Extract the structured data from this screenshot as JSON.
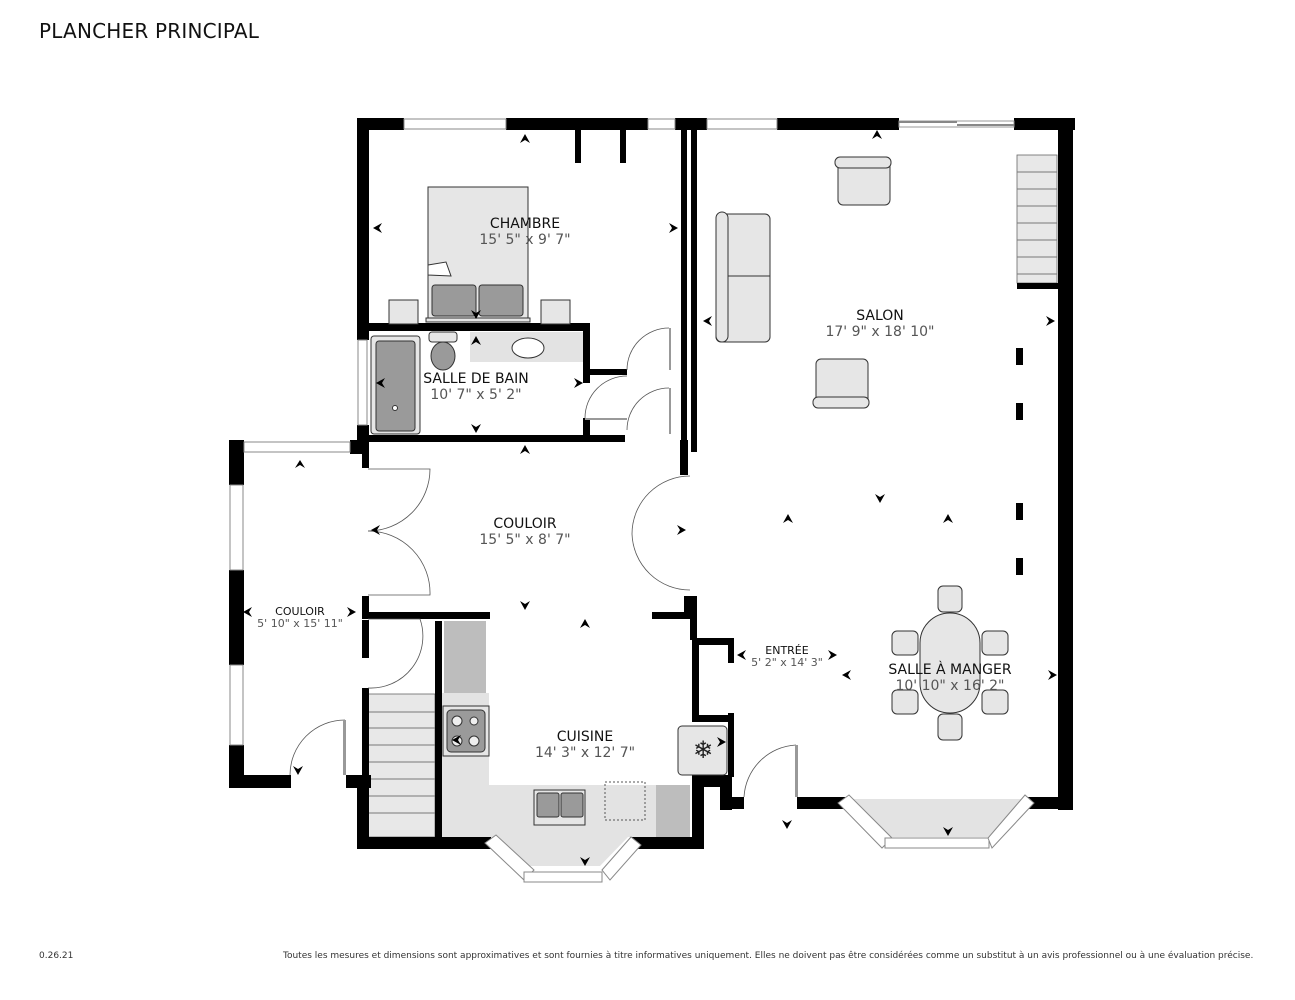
{
  "header": {
    "title": "PLANCHER PRINCIPAL"
  },
  "rooms": [
    {
      "name": "CHAMBRE",
      "dimensions": "15' 5\" x 9' 7\""
    },
    {
      "name": "SALLE DE BAIN",
      "dimensions": "10' 7\" x 5' 2\""
    },
    {
      "name": "SALON",
      "dimensions": "17' 9\" x 18' 10\""
    },
    {
      "name": "COULOIR",
      "dimensions": "15' 5\" x 8' 7\""
    },
    {
      "name": "COULOIR",
      "dimensions": "5' 10\" x 15' 11\""
    },
    {
      "name": "ENTRÉE",
      "dimensions": "5' 2\" x 14' 3\""
    },
    {
      "name": "SALLE À MANGER",
      "dimensions": "10' 10\" x 16' 2\""
    },
    {
      "name": "CUISINE",
      "dimensions": "14' 3\" x 12' 7\""
    }
  ],
  "icons": {
    "fridge": "snowflake-icon"
  },
  "footer": {
    "version": "0.26.21",
    "disclaimer": "Toutes les mesures et dimensions sont approximatives et sont fournies à titre informatives uniquement. Elles ne doivent pas être considérées comme un substitut à un avis professionnel ou à une évaluation précise."
  }
}
